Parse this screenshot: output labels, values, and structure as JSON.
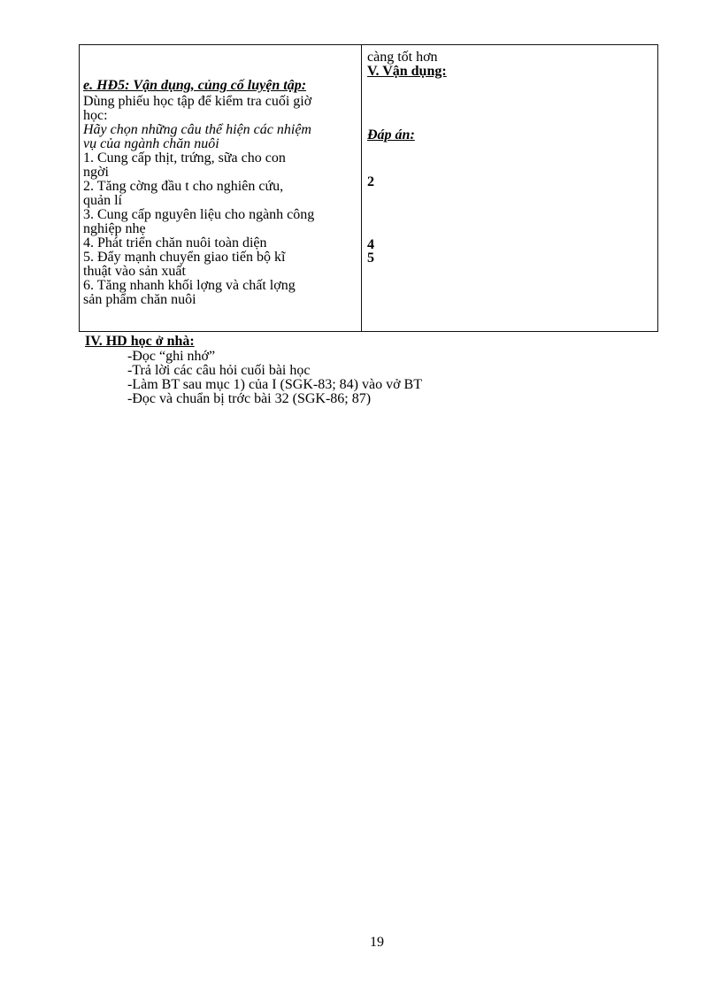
{
  "table": {
    "left": {
      "heading": "e. HĐ5: Vận dụng, củng cố luyện tập:",
      "intro_line1": "Dùng phiếu học tập để kiểm tra cuối giờ",
      "intro_line2": "học:",
      "question_line1": "Hãy chọn những câu thể hiện các nhiệm",
      "question_line2": "vụ của ngành chăn nuôi",
      "items": [
        {
          "line1": "1. Cung cấp thịt, trứng, sữa cho con",
          "line2": "ngời"
        },
        {
          "line1": "2. Tăng cờng   đầu t   cho nghiên cứu,",
          "line2": "quản lí"
        },
        {
          "line1": "3. Cung cấp nguyên  liệu cho ngành công",
          "line2": "nghiệp nhẹ"
        },
        {
          "line1": "4. Phát triển chăn nuôi toàn diện"
        },
        {
          "line1": "5. Đẩy mạnh chuyển giao tiến bộ kĩ",
          "line2": "thuật vào sản xuất"
        },
        {
          "line1": "6. Tăng nhanh khối lợng   và chất lợng",
          "line2": "sản phẩm chăn nuôi"
        }
      ]
    },
    "right": {
      "continuation": "càng tốt hơn",
      "section_heading": "V. Vận dụng:",
      "answer_label": "Đáp án:",
      "answers": [
        "2",
        "4",
        "5"
      ]
    }
  },
  "homework": {
    "heading": "IV. HD học ở nhà:",
    "items": [
      "-Đọc “ghi nhớ”",
      "-Trả lời các câu hỏi cuối bài học",
      "-Làm BT sau mục 1) của I (SGK-83; 84) vào vở BT",
      "-Đọc và chuẩn bị trớc   bài 32 (SGK-86; 87)"
    ]
  },
  "page_number": "19"
}
